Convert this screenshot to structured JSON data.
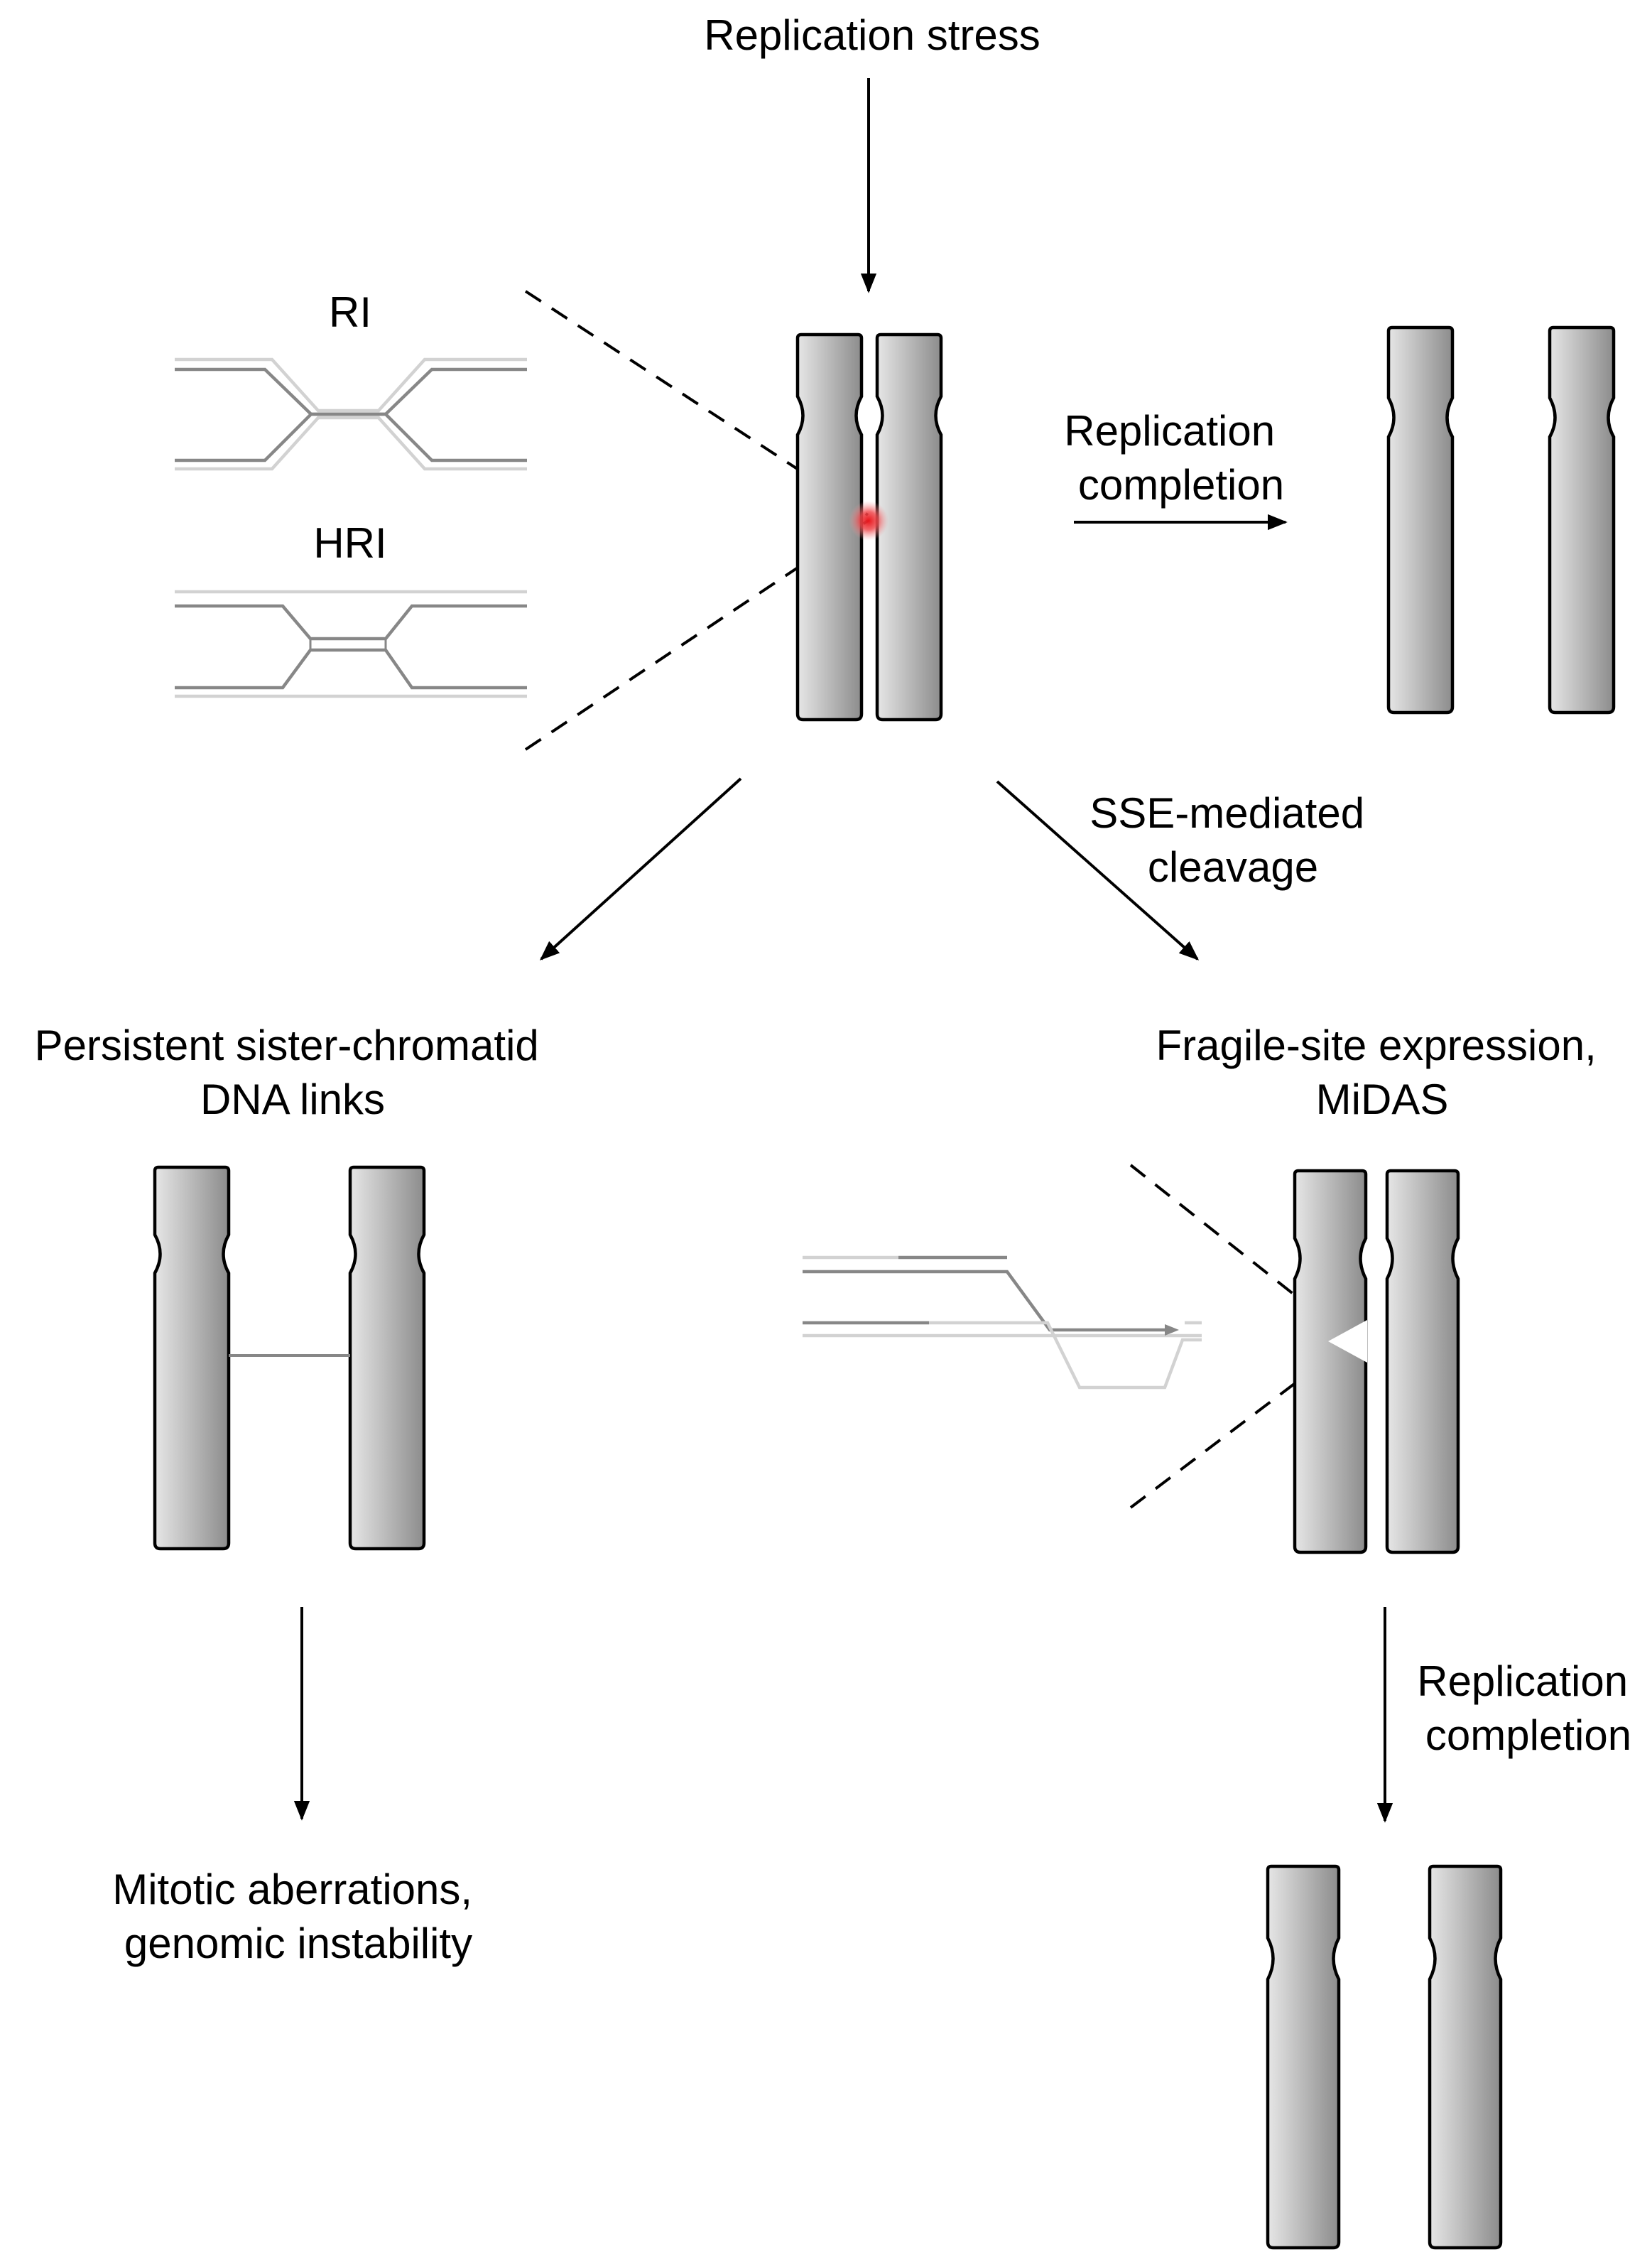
{
  "labels": {
    "replication_stress": "Replication stress",
    "ri": "RI",
    "hri": "HRI",
    "replication_completion_top": [
      "Replication",
      "completion"
    ],
    "sse_cleavage": [
      "SSE-mediated",
      "cleavage"
    ],
    "persistent_links": [
      "Persistent sister-chromatid",
      "DNA links"
    ],
    "fragile_site": [
      "Fragile-site expression,",
      "MiDAS"
    ],
    "replication_completion_bottom": [
      "Replication",
      "completion"
    ],
    "mitotic_aberrations": [
      "Mitotic aberrations,",
      "genomic instability"
    ]
  },
  "colors": {
    "chromatid_light": "#e6e6e6",
    "chromatid_dark": "#8c8c8c",
    "dna_dark": "#878787",
    "dna_light": "#d2d2d2",
    "intermediate_red": "#e8151b"
  }
}
